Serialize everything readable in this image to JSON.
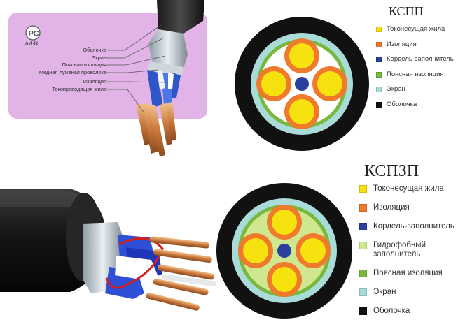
{
  "top": {
    "title": "КСПП",
    "logo_text": "АИ 42",
    "callouts": [
      "Оболочка",
      "Экран",
      "Поясная изоляция",
      "Медная луженая проволока",
      "Изоляция",
      "Токопроводящая жила"
    ],
    "legend": [
      {
        "label": "Токонесущая жила",
        "color": "#f5e20f"
      },
      {
        "label": "Изоляция",
        "color": "#f07a2c"
      },
      {
        "label": "Кордель-заполнитель",
        "color": "#2b3f9e"
      },
      {
        "label": "Поясная изоляция",
        "color": "#78b83c"
      },
      {
        "label": "Экран",
        "color": "#a9dcd8"
      },
      {
        "label": "Оболочка",
        "color": "#111111"
      }
    ]
  },
  "bottom": {
    "title": "КСПЗП",
    "legend": [
      {
        "label": "Токонесущая жила",
        "color": "#f5e20f"
      },
      {
        "label": "Изоляция",
        "color": "#f07a2c"
      },
      {
        "label": "Кордель-заполнитель",
        "color": "#2b3f9e"
      },
      {
        "label": "Гидрофобный\nзаполнитель",
        "color": "#cfe88f"
      },
      {
        "label": "Поясная изоляция",
        "color": "#78b83c"
      },
      {
        "label": "Экран",
        "color": "#a9dcd8"
      },
      {
        "label": "Оболочка",
        "color": "#111111"
      }
    ]
  }
}
